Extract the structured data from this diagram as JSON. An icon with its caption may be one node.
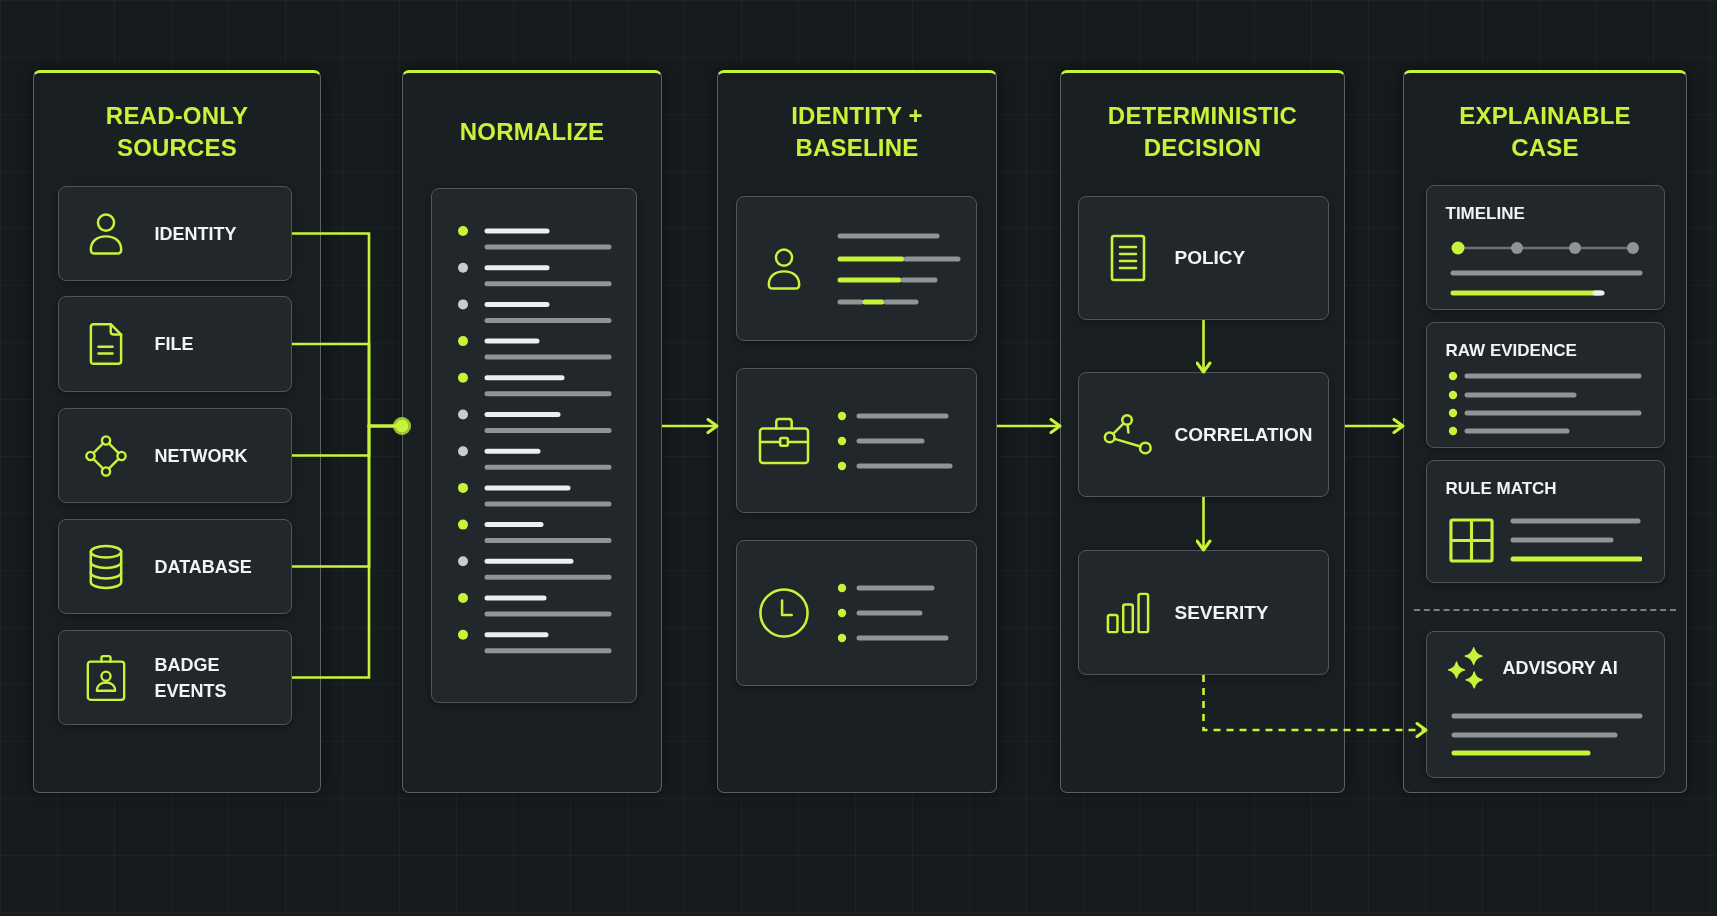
{
  "diagram": {
    "nodes": [
      {
        "text": [
          "READ-ONLY SOURCES"
        ]
      },
      {
        "text": [
          "IDENTITY"
        ],
        "in": 0
      },
      {
        "text": [
          "FILE"
        ],
        "in": 0
      },
      {
        "text": [
          "NETWORK"
        ],
        "in": 0
      },
      {
        "text": [
          "DATABASE"
        ],
        "in": 0
      },
      {
        "text": [
          "BADGE EVENTS"
        ],
        "in": 0
      },
      {
        "text": [
          "NORMALIZE"
        ]
      },
      {
        "text": [],
        "shape": "box",
        "in": 6
      },
      {
        "text": [
          "IDENTITY + BASELINE"
        ]
      },
      {
        "text": [],
        "shape": "box",
        "in": 8
      },
      {
        "text": [],
        "shape": "box",
        "in": 8
      },
      {
        "text": [],
        "shape": "box",
        "in": 8
      },
      {
        "text": [
          "DETERMINISTIC DECISION"
        ]
      },
      {
        "text": [
          "POLICY"
        ],
        "in": 12
      },
      {
        "text": [
          "CORRELATION"
        ],
        "in": 12
      },
      {
        "text": [
          "SEVERITY"
        ],
        "in": 12
      },
      {
        "text": [
          "EXPLAINABLE CASE"
        ]
      },
      {
        "text": [
          "TIMELINE"
        ],
        "in": 16
      },
      {
        "text": [
          "RAW EVIDENCE"
        ],
        "in": 16
      },
      {
        "text": [
          "RULE MATCH"
        ],
        "in": 16
      },
      {
        "text": [
          "ADVISORY AI"
        ],
        "in": 16
      }
    ],
    "edges": [
      {
        "from": 1,
        "to": 6,
        "arrow": "other"
      },
      {
        "from": 2,
        "to": 6,
        "arrow": "other"
      },
      {
        "from": 3,
        "to": 6,
        "arrow": "other"
      },
      {
        "from": 4,
        "to": 6,
        "arrow": "other"
      },
      {
        "from": 5,
        "to": 6,
        "arrow": "other"
      },
      {
        "from": 6,
        "to": 8,
        "arrow": "to"
      },
      {
        "from": 8,
        "to": 12,
        "arrow": "to"
      },
      {
        "from": 12,
        "to": 16,
        "arrow": "to"
      },
      {
        "from": 13,
        "to": 14,
        "arrow": "to"
      },
      {
        "from": 14,
        "to": 15,
        "arrow": "to"
      },
      {
        "from": 15,
        "to": 20,
        "arrow": "to",
        "style": "dashed"
      }
    ]
  }
}
